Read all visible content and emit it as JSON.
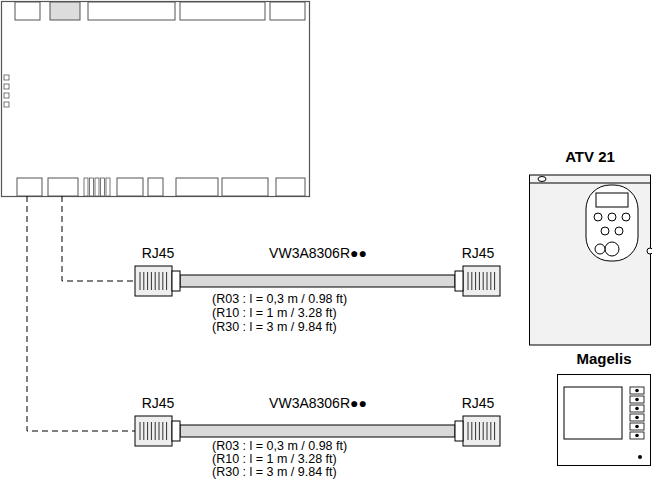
{
  "diagram": {
    "nodes": [
      {
        "text": [
          "ATV 21"
        ]
      },
      {
        "text": [
          "Magelis"
        ]
      }
    ],
    "labels": [
      "RJ45",
      "VW3A8306R●●",
      "RJ45",
      "(R03 : l = 0,3 m / 0.98 ft)",
      "(R10 : l = 1 m / 3.28 ft)",
      "(R30 : l = 3 m / 9.84 ft)",
      "RJ45",
      "VW3A8306R●●",
      "RJ45",
      "(R03 : l = 0,3 m / 0.98 ft)",
      "(R10 : l = 1 m / 3.28 ft)",
      "(R30 : l = 3 m / 9.84 ft)"
    ]
  }
}
